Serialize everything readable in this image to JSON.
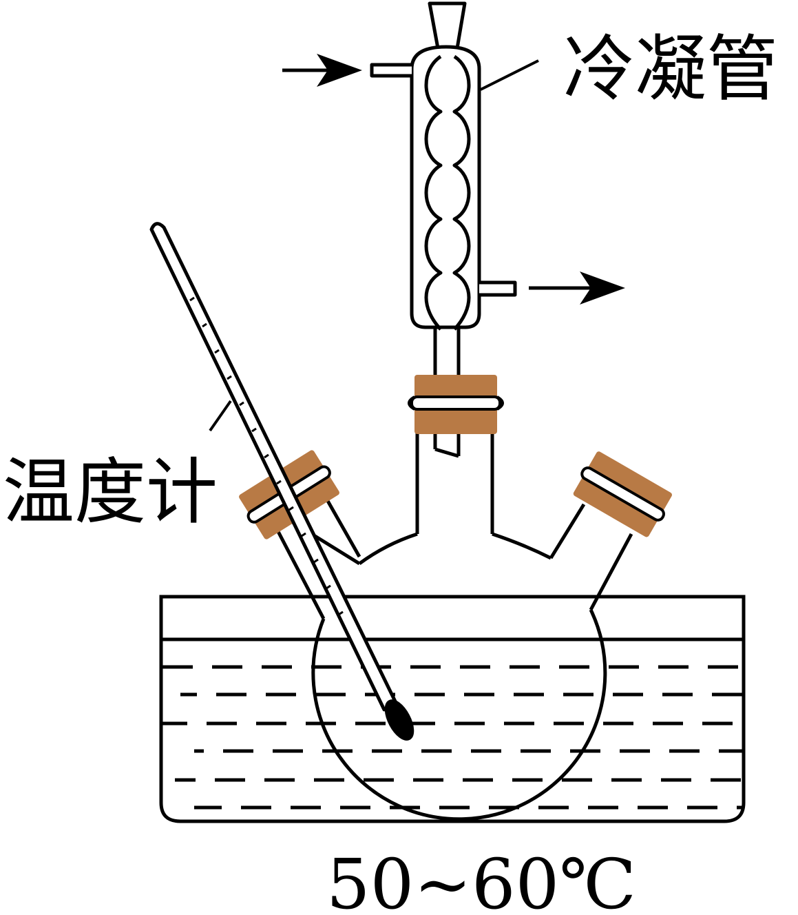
{
  "labels": {
    "condenser": "冷凝管",
    "thermometer": "温度计",
    "temperature": "50~60℃"
  },
  "colors": {
    "stroke": "#000000",
    "stopper": "#b87a45",
    "background": "#ffffff"
  }
}
